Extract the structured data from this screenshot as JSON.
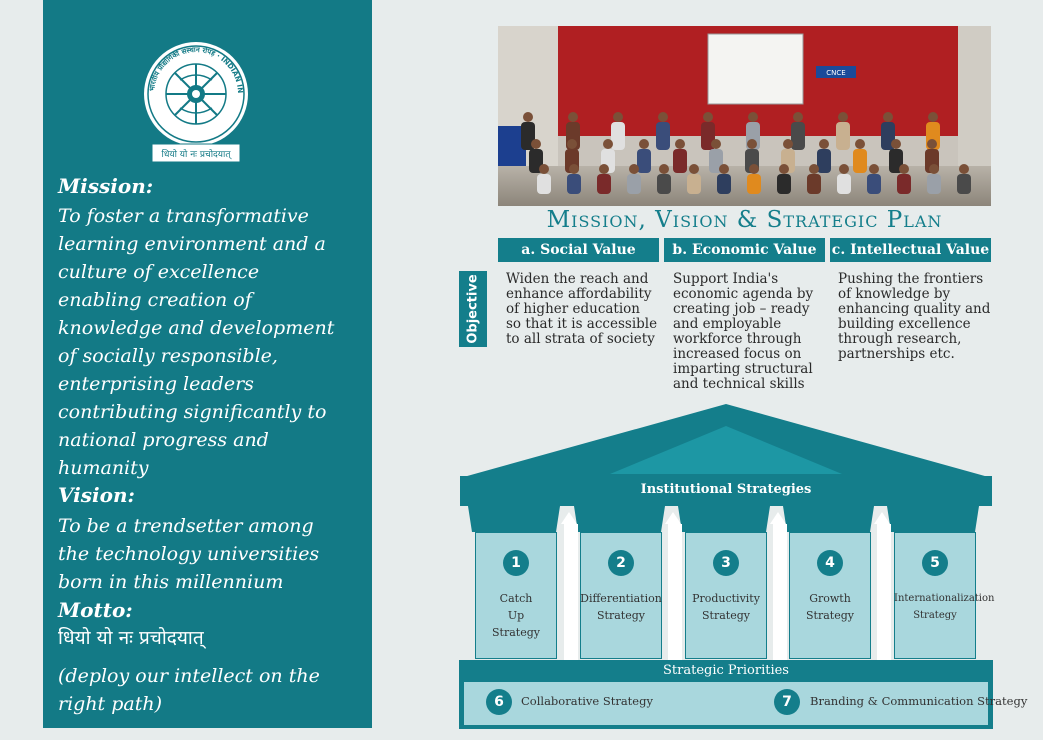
{
  "left": {
    "logo_ring_text": "भारतीय प्रौद्योगिकी संस्थान रोपड़ · INDIAN INSTITUTE OF TECHNOLOGY ROPAR",
    "logo_banner": "धियो यो नः प्रचोदयात्",
    "mission_heading": "Mission:",
    "mission_lines": [
      "To foster a transformative",
      "learning environment and a",
      "culture of excellence",
      "enabling creation of",
      "knowledge and development",
      "of socially responsible,",
      "enterprising leaders",
      "contributing significantly to",
      "national progress and",
      "humanity"
    ],
    "vision_heading": "Vision:",
    "vision_lines": [
      "To be a trendsetter among",
      "the technology universities",
      "born in this millennium"
    ],
    "motto_heading": "Motto:",
    "motto_sanskrit": "धियो यो नः प्रचोदयात्",
    "motto_lines": [
      "(deploy our intellect on the",
      "right path)"
    ]
  },
  "photo": {
    "banner_text": "CNCE"
  },
  "title": "Mission, Vision & Strategic Plan",
  "values": [
    {
      "header": "a. Social Value",
      "lines": [
        "Widen the reach and",
        "enhance affordability",
        "of higher education",
        "so that it is accessible",
        "to  all strata of society"
      ]
    },
    {
      "header": "b. Economic Value",
      "lines": [
        "Support India's",
        "economic agenda  by",
        "creating  job – ready",
        "and  employable",
        "workforce through",
        "increased focus on",
        "imparting structural",
        "and technical skills"
      ]
    },
    {
      "header": "c. Intellectual Value",
      "lines": [
        "Pushing the frontiers",
        "of knowledge  by",
        "enhancing quality and",
        "building excellence",
        "through research,",
        "partnerships etc."
      ]
    }
  ],
  "objective_label": "Objective",
  "institutional_strategies": "Institutional Strategies",
  "pillars": [
    {
      "num": "1",
      "lines": [
        "Catch",
        "Up",
        "Strategy"
      ]
    },
    {
      "num": "2",
      "lines": [
        "Differentiation",
        "Strategy"
      ]
    },
    {
      "num": "3",
      "lines": [
        "Productivity",
        "Strategy"
      ]
    },
    {
      "num": "4",
      "lines": [
        "Growth",
        "Strategy"
      ]
    },
    {
      "num": "5",
      "lines": [
        "Internationalization",
        "Strategy"
      ]
    }
  ],
  "strategic_priorities": "Strategic Priorities",
  "priorities": [
    {
      "num": "6",
      "label": "Collaborative Strategy"
    },
    {
      "num": "7",
      "label": "Branding & Communication Strategy"
    }
  ],
  "colors": {
    "teal": "#137a86",
    "light_teal": "#a9d7dd",
    "background": "#e7ecec"
  }
}
